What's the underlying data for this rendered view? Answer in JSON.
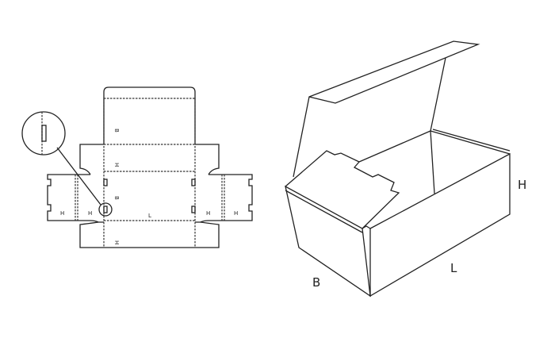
{
  "dieline": {
    "labels": {
      "top_flap": "B",
      "upper_side": "H",
      "base_width": "B",
      "base_length": "L",
      "left_outer": "H",
      "left_inner": "H",
      "right_inner": "H",
      "right_outer": "H",
      "lower_side": "H"
    }
  },
  "box_3d": {
    "labels": {
      "height": "H",
      "length": "L",
      "width": "B"
    }
  },
  "colors": {
    "line": "#222222",
    "background": "#ffffff"
  }
}
